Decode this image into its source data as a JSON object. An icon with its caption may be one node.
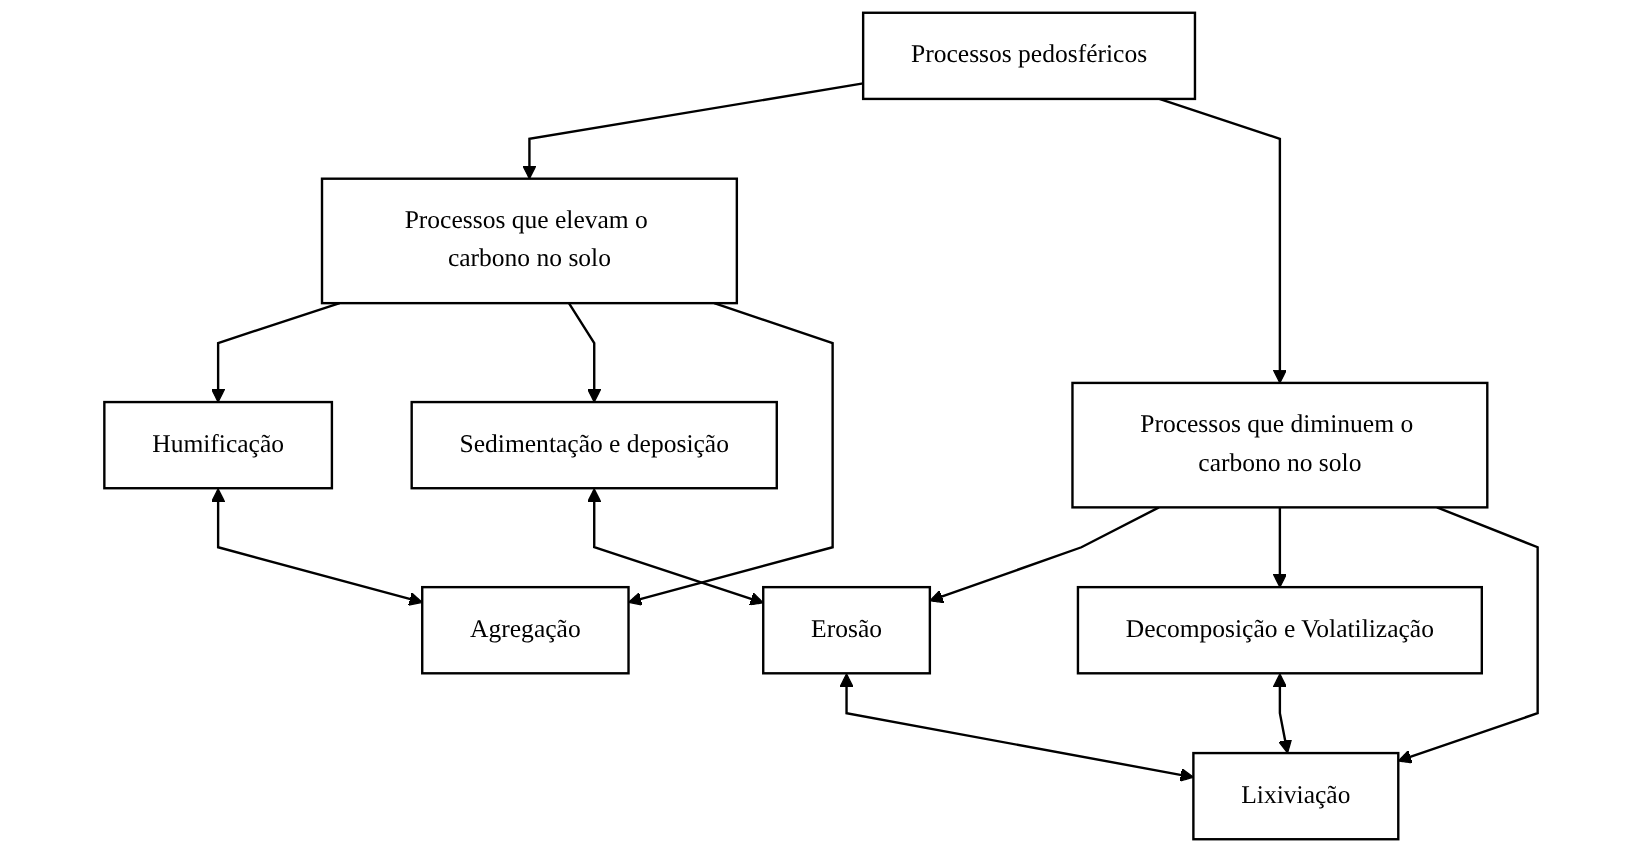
{
  "diagram": {
    "nodes": [
      {
        "text": [
          "Processos pedosféricos"
        ]
      },
      {
        "text": [
          "Processos que elevam o carbono no solo"
        ]
      },
      {
        "text": [
          "Processos que diminuem o carbono no solo"
        ]
      },
      {
        "text": [
          "Humificação"
        ]
      },
      {
        "text": [
          "Sedimentação e deposição"
        ]
      },
      {
        "text": [
          "Erosão"
        ]
      },
      {
        "text": [
          "Decomposição e Volatilização"
        ]
      },
      {
        "text": [
          "Agregação"
        ]
      },
      {
        "text": [
          "Lixiviação"
        ]
      }
    ],
    "edges": [
      {
        "from": 0,
        "to": 1,
        "arrow": "to"
      },
      {
        "from": 0,
        "to": 2,
        "arrow": "to"
      },
      {
        "from": 1,
        "to": 3,
        "arrow": "to"
      },
      {
        "from": 1,
        "to": 4,
        "arrow": "to"
      },
      {
        "from": 1,
        "to": 7,
        "arrow": "to"
      },
      {
        "from": 2,
        "to": 5,
        "arrow": "to"
      },
      {
        "from": 2,
        "to": 6,
        "arrow": "to"
      },
      {
        "from": 2,
        "to": 8,
        "arrow": "to"
      },
      {
        "from": 3,
        "to": 7,
        "arrow": "both"
      },
      {
        "from": 4,
        "to": 5,
        "arrow": "both"
      },
      {
        "from": 5,
        "to": 8,
        "arrow": "both"
      },
      {
        "from": 6,
        "to": 8,
        "arrow": "both"
      }
    ]
  }
}
